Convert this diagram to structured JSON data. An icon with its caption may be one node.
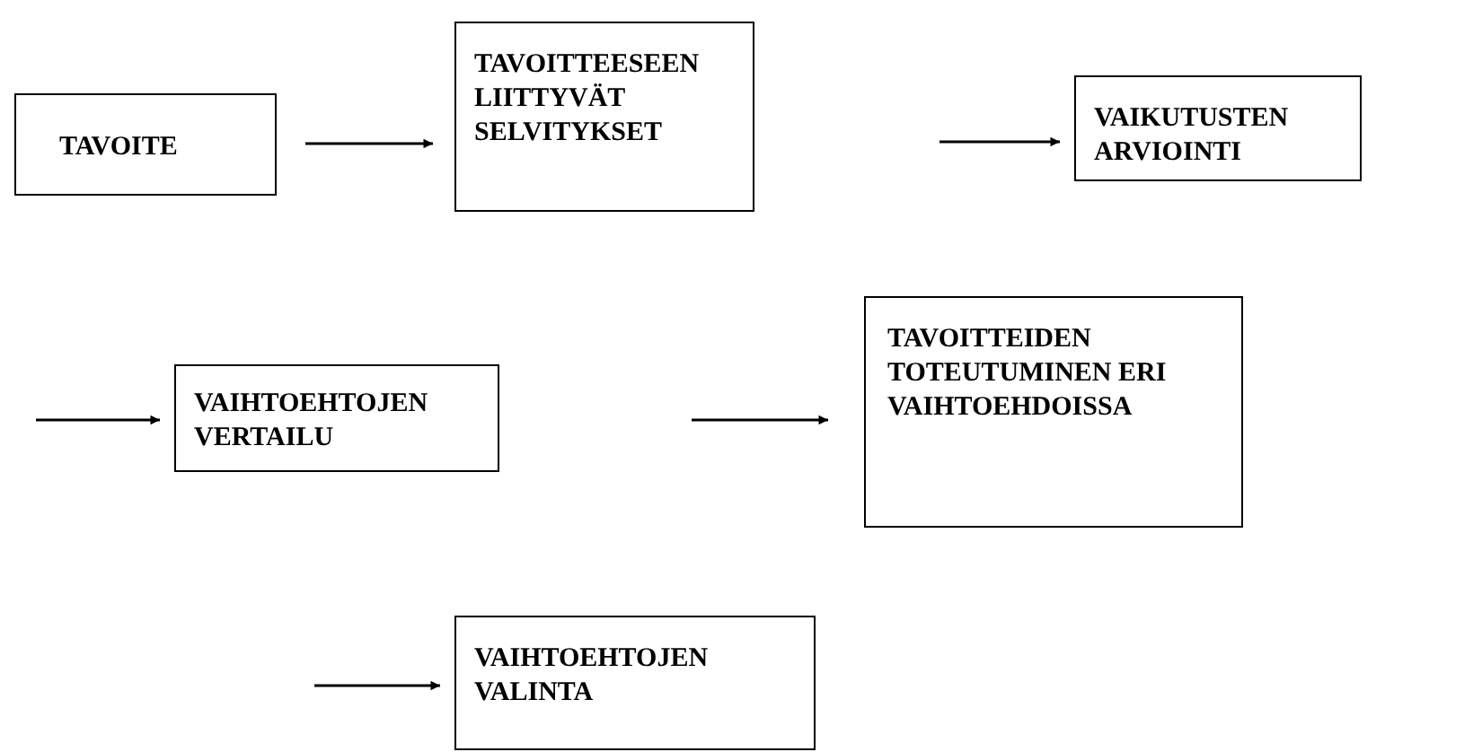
{
  "diagram": {
    "nodes": [
      {
        "text": [
          "TAVOITE"
        ]
      },
      {
        "text": [
          "TAVOITTEESEEN LIITTYVÄT SELVITYKSET"
        ]
      },
      {
        "text": [
          "VAIKUTUSTEN ARVIOINTI"
        ]
      },
      {
        "text": [
          "VAIHTOEHTOJEN VERTAILU"
        ]
      },
      {
        "text": [
          "TAVOITTEIDEN TOTEUTUMINEN ERI VAIHTOEHDOISSA"
        ]
      },
      {
        "text": [
          "VAIHTOEHTOJEN VALINTA"
        ]
      }
    ],
    "edges": [
      {
        "from": 0,
        "to": 1,
        "arrow": "to"
      },
      {
        "from": null,
        "to": 2,
        "arrow": "to"
      },
      {
        "from": null,
        "to": 3,
        "arrow": "to"
      },
      {
        "from": null,
        "to": 4,
        "arrow": "to"
      },
      {
        "from": null,
        "to": 5,
        "arrow": "to"
      }
    ]
  }
}
